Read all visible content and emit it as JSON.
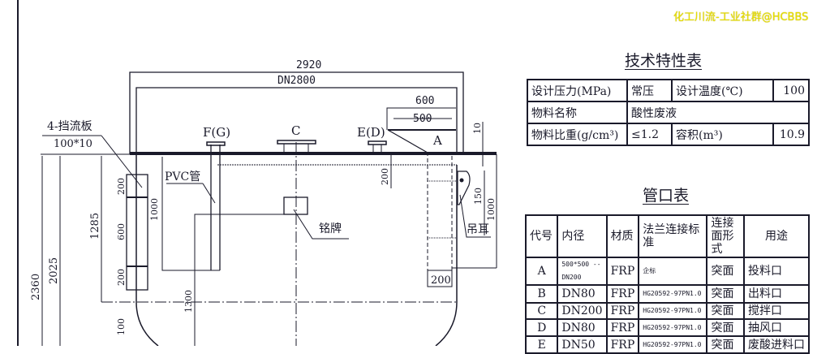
{
  "drawing": {
    "dim_overall": "2920",
    "dim_dn": "DN2800",
    "dim_600": "600",
    "dim_500": "500",
    "dim_10": "10",
    "dim_2360": "2360",
    "dim_2025": "2025",
    "dim_1285": "1285",
    "dim_200a": "200",
    "dim_600b": "600",
    "dim_200b": "200",
    "dim_1000a": "1000",
    "dim_1300": "1300",
    "dim_100": "100",
    "dim_200c": "200",
    "dim_150": "150",
    "dim_1000b": "1000",
    "dim_200d": "200",
    "label_baffle": "4-挡流板",
    "label_baffle_size": "100*10",
    "label_pvc": "PVC管",
    "label_fg": "F(G)",
    "label_c": "C",
    "label_ed": "E(D)",
    "label_a": "A",
    "label_nameplate": "铭牌",
    "label_lug": "吊耳"
  },
  "tech_table": {
    "title": "技术特性表",
    "rows": [
      [
        "设计压力(MPa)",
        "常压",
        "设计温度(℃)",
        "100"
      ],
      [
        "物料名称",
        "酸性废液"
      ],
      [
        "物料比重(g/cm³)",
        "≤1.2",
        "容积(m³)",
        "10.9"
      ]
    ]
  },
  "pipe_table": {
    "title": "管口表",
    "headers": [
      "代号",
      "内径",
      "材质",
      "法兰连接标准",
      "连接面形式",
      "用途"
    ],
    "rows": [
      [
        "A",
        "500*500 --DN200",
        "FRP",
        "企标",
        "突面",
        "投料口"
      ],
      [
        "B",
        "DN80",
        "FRP",
        "HG20592-97PN1.0",
        "突面",
        "出料口"
      ],
      [
        "C",
        "DN200",
        "FRP",
        "HG20592-97PN1.0",
        "突面",
        "搅拌口"
      ],
      [
        "D",
        "DN80",
        "FRP",
        "HG20592-97PN1.0",
        "突面",
        "抽风口"
      ],
      [
        "E",
        "DN50",
        "FRP",
        "HG20592-97PN1.0",
        "突面",
        "废酸进料口"
      ]
    ]
  },
  "watermark": "化工川流-工业社群@HCBBS"
}
